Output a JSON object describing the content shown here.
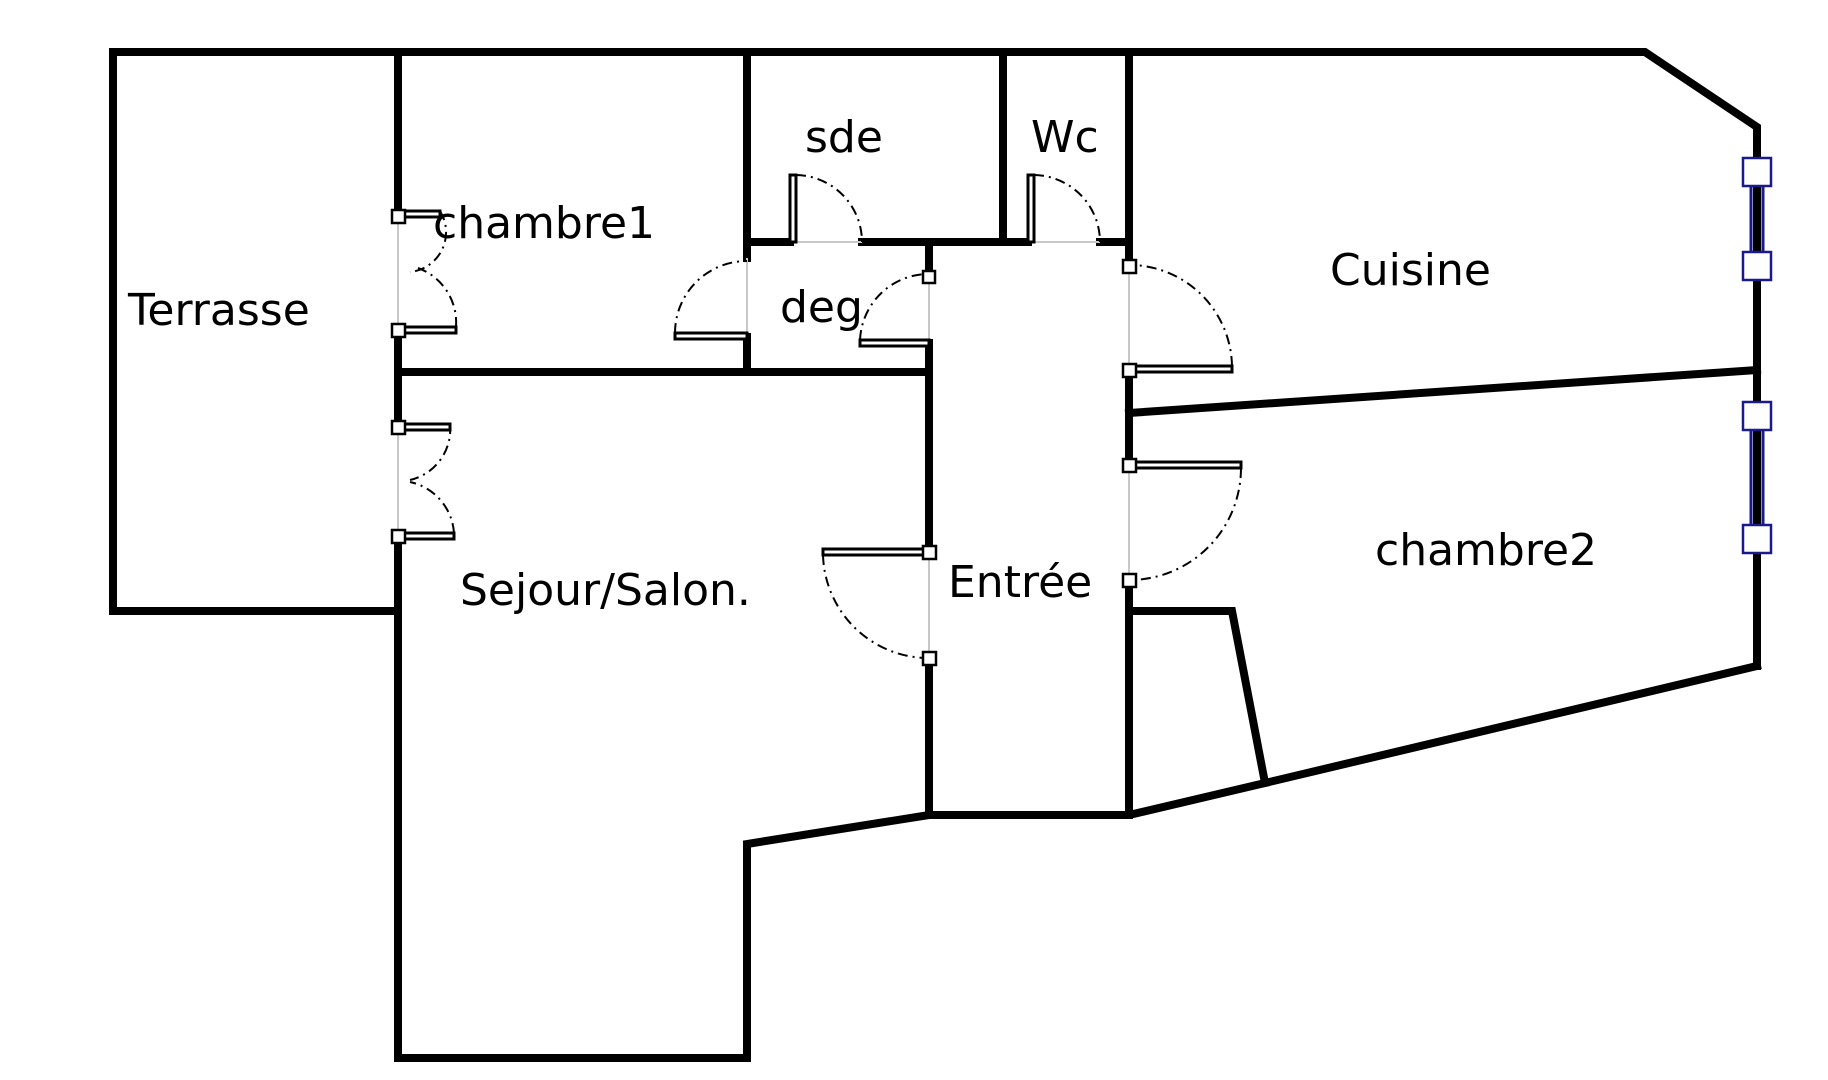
{
  "floorplan": {
    "rooms": {
      "terrasse": "Terrasse",
      "chambre1": "chambre1",
      "sde": "sde",
      "wc": "Wc",
      "deg": "deg",
      "cuisine": "Cuisine",
      "sejour": "Sejour/Salon.",
      "entree": "Entrée",
      "chambre2": "chambre2"
    },
    "colors": {
      "wall": "#000000",
      "window": "#1a1a8a",
      "door_swing": "#000000",
      "background": "#ffffff"
    }
  }
}
